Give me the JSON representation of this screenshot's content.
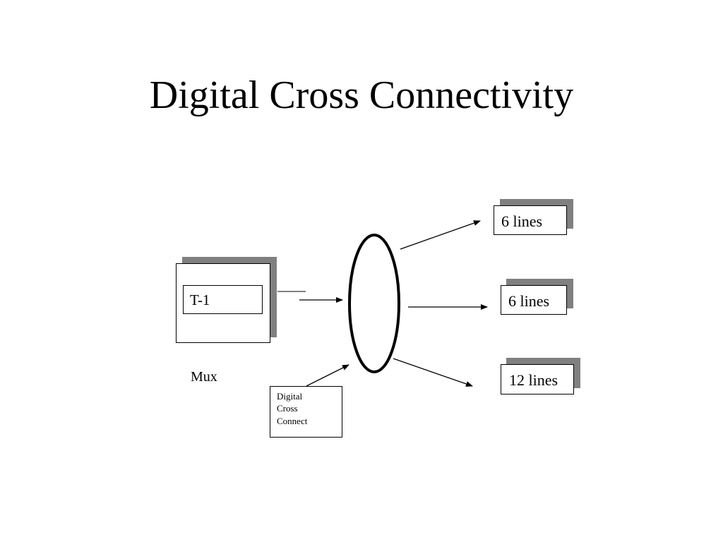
{
  "slide": {
    "title": "Digital Cross Connectivity"
  },
  "mux": {
    "inner_label": "T-1",
    "caption": "Mux"
  },
  "cross_connect": {
    "line1": "Digital",
    "line2": "Cross",
    "line3": "Connect"
  },
  "outputs": [
    {
      "label": "6 lines"
    },
    {
      "label": "6 lines"
    },
    {
      "label": "12 lines"
    }
  ],
  "colors": {
    "shadow": "#808080",
    "stroke": "#000000",
    "background": "#ffffff"
  }
}
